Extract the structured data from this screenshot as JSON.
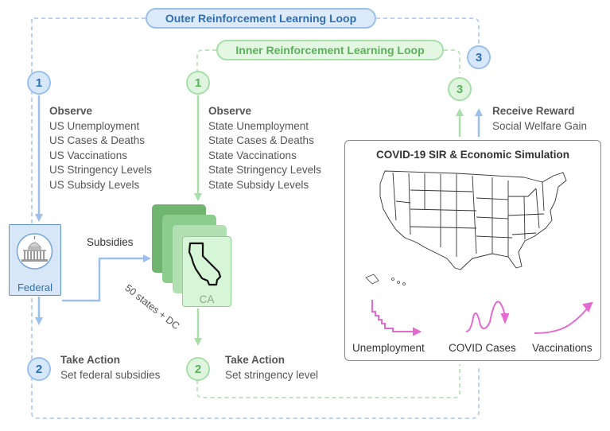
{
  "outer_loop": {
    "title": "Outer Reinforcement Learning Loop"
  },
  "inner_loop": {
    "title": "Inner Reinforcement Learning Loop"
  },
  "federal": {
    "step_observe": "1",
    "observe_title": "Observe",
    "observe_items": [
      "US Unemployment",
      "US Cases & Deaths",
      "US Vaccinations",
      "US Stringency Levels",
      "US Subsidy Levels"
    ],
    "label": "Federal",
    "subsidies_label": "Subsidies",
    "step_action": "2",
    "action_title": "Take Action",
    "action_detail": "Set federal subsidies"
  },
  "state": {
    "step_observe": "1",
    "observe_title": "Observe",
    "observe_items": [
      "State Unemployment",
      "State Cases & Deaths",
      "State Vaccinations",
      "State Stringency Levels",
      "State Subsidy Levels"
    ],
    "states_label": "50 states + DC",
    "card_label": "CA",
    "step_action": "2",
    "action_title": "Take Action",
    "action_detail": "Set stringency level"
  },
  "reward": {
    "step_inner": "3",
    "step_outer": "3",
    "title": "Receive Reward",
    "detail": "Social Welfare Gain"
  },
  "simulation": {
    "title": "COVID-19 SIR & Economic Simulation",
    "curves": [
      "Unemployment",
      "COVID Cases",
      "Vaccinations"
    ]
  },
  "colors": {
    "outer_blue": "#9cc0ea",
    "inner_green": "#a8dfa8",
    "curve_pink": "#e26ad0"
  }
}
